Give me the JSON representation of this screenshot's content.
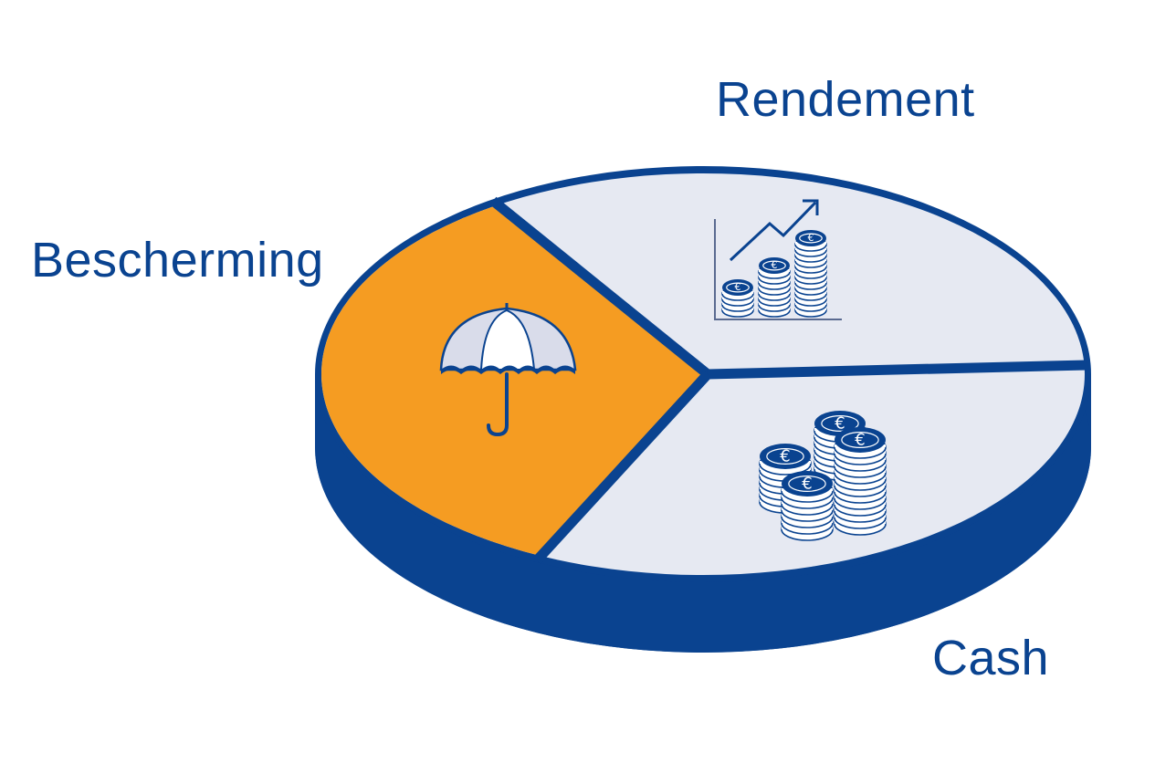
{
  "labels": {
    "rendement": "Rendement",
    "bescherming": "Bescherming",
    "cash": "Cash"
  },
  "icons": {
    "bescherming": "umbrella-icon",
    "rendement": "growth-chart-coins-icon",
    "cash": "euro-coin-stacks-icon"
  },
  "colors": {
    "border": "#0a4390",
    "segment_light": "#e6e9f2",
    "segment_accent": "#f59c22",
    "text": "#0a4390"
  },
  "coin_symbol": "€"
}
